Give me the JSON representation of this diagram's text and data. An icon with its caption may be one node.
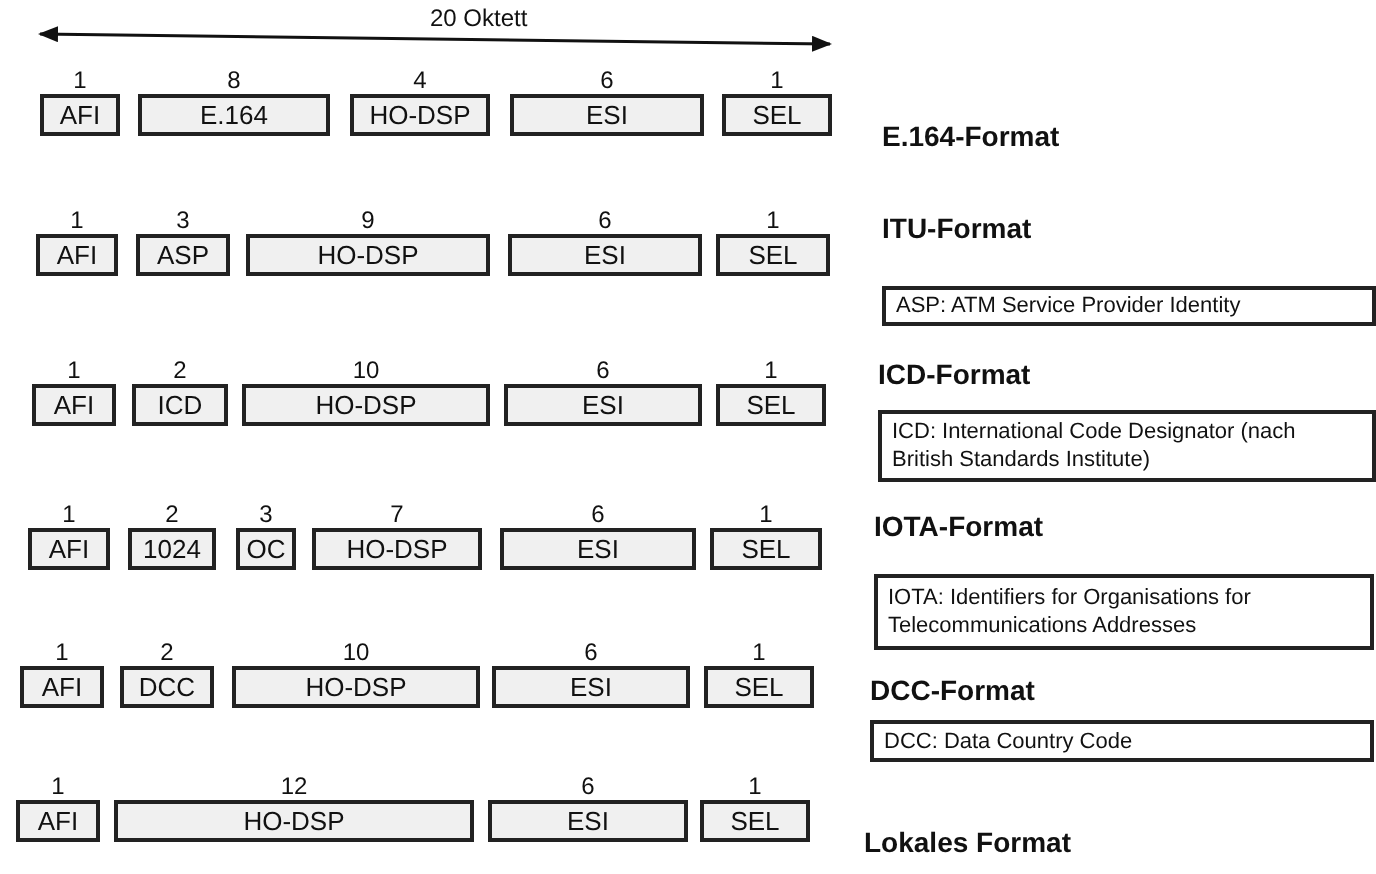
{
  "diagram": {
    "nodes": [
      {
        "text": [
          "AFI"
        ],
        "beside": [
          "1"
        ]
      },
      {
        "text": [
          "E.164"
        ],
        "beside": [
          "8"
        ]
      },
      {
        "text": [
          "HO-DSP"
        ],
        "beside": [
          "4"
        ]
      },
      {
        "text": [
          "ESI"
        ],
        "beside": [
          "6"
        ]
      },
      {
        "text": [
          "SEL"
        ],
        "beside": [
          "1"
        ]
      },
      {
        "text": [
          "AFI"
        ],
        "beside": [
          "1"
        ]
      },
      {
        "text": [
          "ASP"
        ],
        "beside": [
          "3"
        ]
      },
      {
        "text": [
          "HO-DSP"
        ],
        "beside": [
          "9"
        ]
      },
      {
        "text": [
          "ESI"
        ],
        "beside": [
          "6"
        ]
      },
      {
        "text": [
          "SEL"
        ],
        "beside": [
          "1"
        ]
      },
      {
        "text": [
          "ASP: ATM Service Provider Identity"
        ]
      },
      {
        "text": [
          "AFI"
        ],
        "beside": [
          "1"
        ]
      },
      {
        "text": [
          "ICD"
        ],
        "beside": [
          "2"
        ]
      },
      {
        "text": [
          "HO-DSP"
        ],
        "beside": [
          "10"
        ]
      },
      {
        "text": [
          "ESI"
        ],
        "beside": [
          "6"
        ]
      },
      {
        "text": [
          "SEL"
        ],
        "beside": [
          "1"
        ]
      },
      {
        "text": [
          "ICD: International Code Designator (nach British Standards Institute)"
        ]
      },
      {
        "text": [
          "AFI"
        ],
        "beside": [
          "1"
        ]
      },
      {
        "text": [
          "1024"
        ],
        "beside": [
          "2"
        ]
      },
      {
        "text": [
          "OC"
        ],
        "beside": [
          "3"
        ]
      },
      {
        "text": [
          "HO-DSP"
        ],
        "beside": [
          "7"
        ]
      },
      {
        "text": [
          "ESI"
        ],
        "beside": [
          "6"
        ]
      },
      {
        "text": [
          "SEL"
        ],
        "beside": [
          "1"
        ]
      },
      {
        "text": [
          "IOTA: Identifiers for Organisations for Telecommunications Addresses"
        ]
      },
      {
        "text": [
          "AFI"
        ],
        "beside": [
          "1"
        ]
      },
      {
        "text": [
          "DCC"
        ],
        "beside": [
          "2"
        ]
      },
      {
        "text": [
          "HO-DSP"
        ],
        "beside": [
          "10"
        ]
      },
      {
        "text": [
          "ESI"
        ],
        "beside": [
          "6"
        ]
      },
      {
        "text": [
          "SEL"
        ],
        "beside": [
          "1"
        ]
      },
      {
        "text": [
          "DCC: Data Country Code"
        ]
      },
      {
        "text": [
          "AFI"
        ],
        "beside": [
          "1"
        ]
      },
      {
        "text": [
          "HO-DSP"
        ],
        "beside": [
          "12"
        ]
      },
      {
        "text": [
          "ESI"
        ],
        "beside": [
          "6"
        ]
      },
      {
        "text": [
          "SEL"
        ],
        "beside": [
          "1"
        ]
      }
    ],
    "labels": [
      "20 Oktett",
      "E.164-Format",
      "ITU-Format",
      "ICD-Format",
      "IOTA-Format",
      "DCC-Format",
      "Lokales Format"
    ]
  }
}
